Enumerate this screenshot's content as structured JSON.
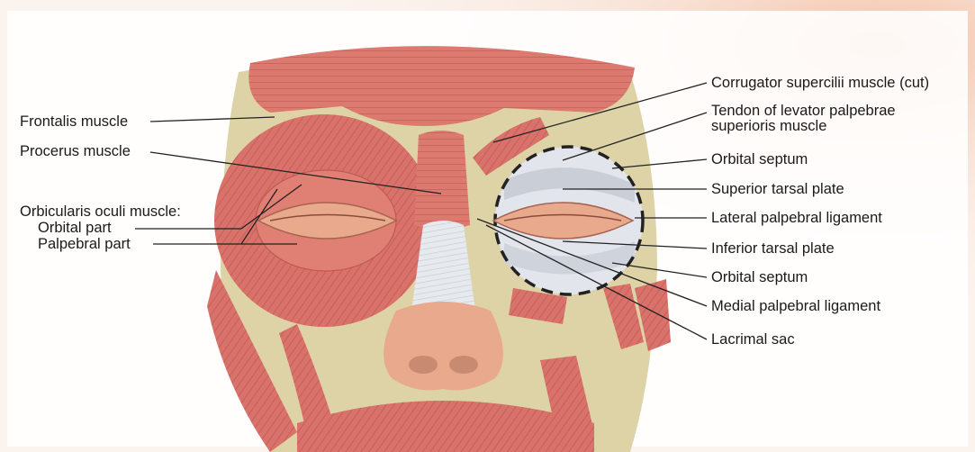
{
  "labels_left": {
    "frontalis": "Frontalis muscle",
    "procerus": "Procerus muscle",
    "orbicularis": "Orbicularis oculi muscle:",
    "orbital_part": "Orbital part",
    "palpebral_part": "Palpebral part"
  },
  "labels_right": {
    "corrugator": "Corrugator supercilii muscle (cut)",
    "levator_line1": "Tendon of levator palpebrae",
    "levator_line2": "superioris muscle",
    "orbital_septum_upper": "Orbital septum",
    "superior_tarsal": "Superior tarsal plate",
    "lateral_palpebral": "Lateral palpebral ligament",
    "inferior_tarsal": "Inferior tarsal plate",
    "orbital_septum_lower": "Orbital septum",
    "medial_palpebral": "Medial palpebral ligament",
    "lacrimal_sac": "Lacrimal sac"
  },
  "colors": {
    "background": "#fbf3ee",
    "muscle": "#d9726a",
    "muscle_dark": "#b9514c",
    "bone": "#ddd3a6",
    "skin": "#e8a98c",
    "tendon": "#dfe3ea",
    "leader_line": "#222222"
  }
}
